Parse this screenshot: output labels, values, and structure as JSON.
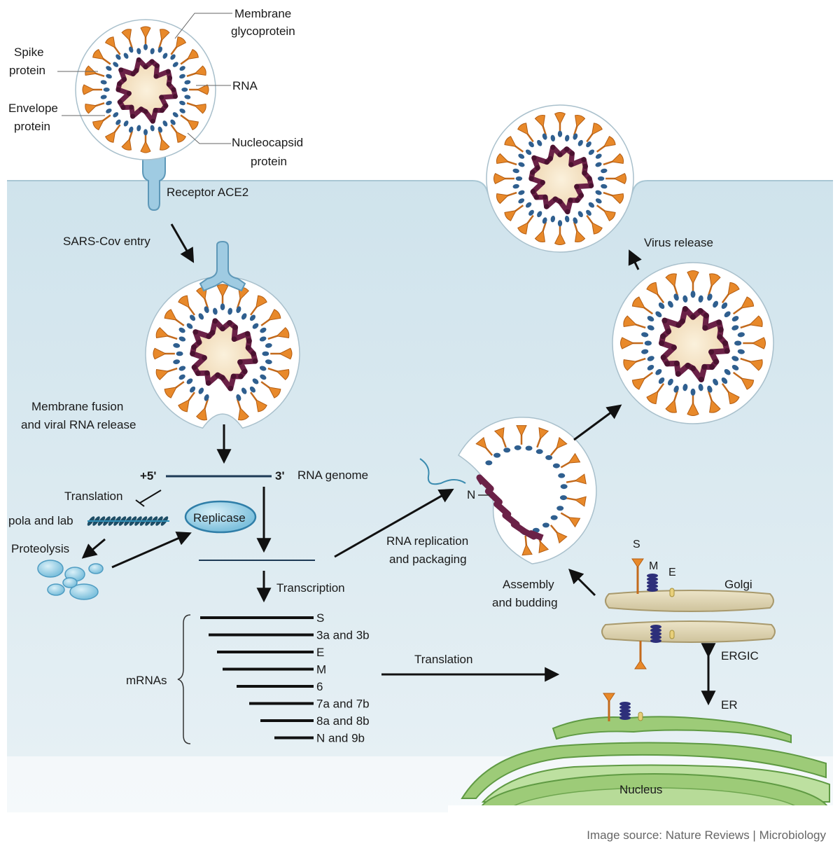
{
  "structure_labels": {
    "membrane": "Membrane",
    "glycoprotein": "glycoprotein",
    "spike": "Spike",
    "spike_protein": "protein",
    "rna": "RNA",
    "envelope": "Envelope",
    "envelope_protein": "protein",
    "nucleocapsid": "Nucleocapsid",
    "nucleocapsid_protein": "protein"
  },
  "steps": {
    "receptor": "Receptor ACE2",
    "entry": "SARS-Cov entry",
    "fusion_1": "Membrane fusion",
    "fusion_2": "and viral RNA release",
    "five_prime": "+5'",
    "three_prime": "3'",
    "genome": "RNA genome",
    "translation": "Translation",
    "pola": "pola and lab",
    "replicase": "Replicase",
    "proteolysis": "Proteolysis",
    "transcription": "Transcription",
    "rna_rep_1": "RNA replication",
    "rna_rep_2": "and packaging",
    "assembly_1": "Assembly",
    "assembly_2": "and budding",
    "n_label": "N",
    "release": "Virus release",
    "mrnas": "mRNAs",
    "translation2": "Translation"
  },
  "mrna_list": [
    "S",
    "3a and 3b",
    "E",
    "M",
    "6",
    "7a and 7b",
    "8a and 8b",
    "N and 9b"
  ],
  "organelles": {
    "s": "S",
    "m": "M",
    "e": "E",
    "golgi": "Golgi",
    "ergic": "ERGIC",
    "er": "ER",
    "nucleus": "Nucleus"
  },
  "source": "Image source: Nature Reviews  |  Microbiology",
  "colors": {
    "cytoplasm": "#dceaf1",
    "spike": "#e8892a",
    "rna": "#6b2147",
    "nucleocapsid": "#2f5f8f",
    "golgi": "#ddd4b5",
    "er": "#8ec06a",
    "receptor": "#7fb8d8"
  }
}
